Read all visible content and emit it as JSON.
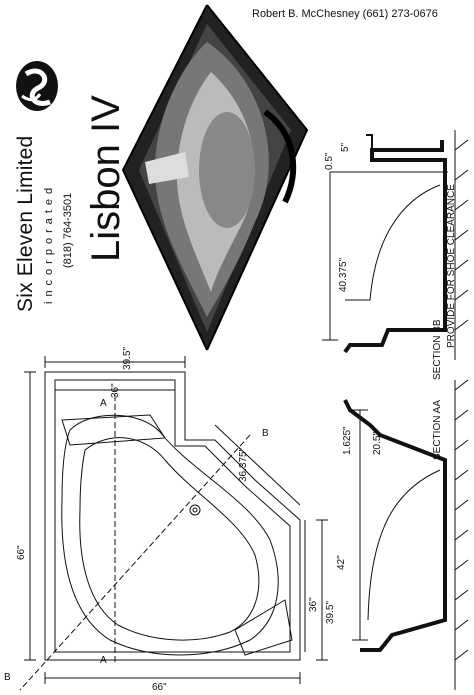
{
  "header": {
    "contact": "Robert B. McChesney  (661) 273-0676"
  },
  "brand": {
    "company": "Six Eleven Limited",
    "incorporated": "incorporated",
    "phone": "(818) 764-3501",
    "model": "Lisbon IV"
  },
  "plan_view": {
    "dim_width_outer": "39.5\"",
    "dim_width_inner": "36\"",
    "dim_height": "66\"",
    "dim_bottom": "66\"",
    "dim_right_inner": "36\"",
    "dim_right_outer": "39.5\"",
    "dim_diagonal": "36.375\"",
    "label_a_top": "A",
    "label_a_bottom": "A",
    "label_b_right": "B",
    "label_b_left": "B"
  },
  "section_bb": {
    "dim_top": "5\"",
    "dim_rim": "0.5\"",
    "dim_depth": "40.375\"",
    "title": "SECTION BB",
    "note": "PROVIDE FOR SHOE CLEARANCE"
  },
  "section_aa": {
    "dim_top": "20.5\"",
    "dim_rim": "1.625\"",
    "dim_depth": "42\"",
    "title": "SECTION AA"
  }
}
